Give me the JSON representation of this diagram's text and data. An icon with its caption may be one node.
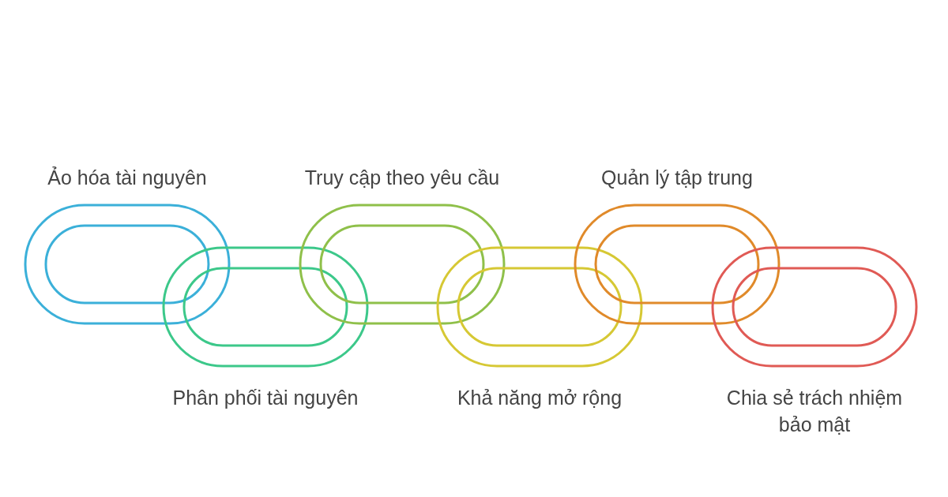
{
  "diagram": {
    "nodes": [
      {
        "text": [
          "Ảo hóa tài nguyên"
        ]
      },
      {
        "text": [
          "Phân phối tài nguyên"
        ]
      },
      {
        "text": [
          "Truy cập theo yêu cầu"
        ]
      },
      {
        "text": [
          "Khả năng mở rộng"
        ]
      },
      {
        "text": [
          "Quản lý tập trung"
        ]
      },
      {
        "text": [
          "Chia sẻ trách nhiệm bảo mật"
        ]
      }
    ]
  }
}
